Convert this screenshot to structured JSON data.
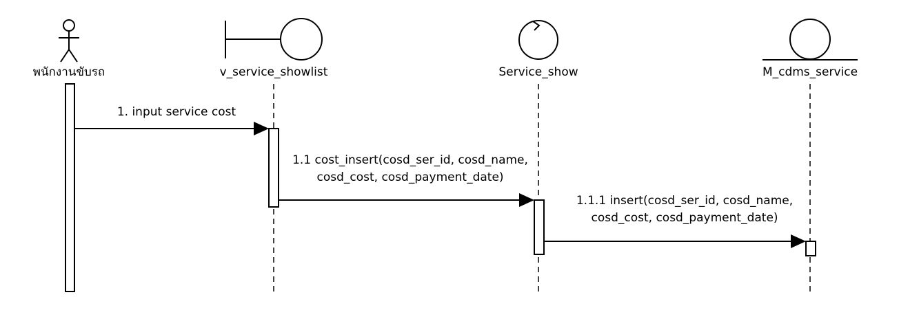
{
  "participants": [
    {
      "id": "driver",
      "kind": "actor",
      "label": "พนักงานขับรถ"
    },
    {
      "id": "v_service_showlist",
      "kind": "boundary",
      "label": "v_service_showlist"
    },
    {
      "id": "service_show",
      "kind": "control",
      "label": "Service_show"
    },
    {
      "id": "m_cdms_service",
      "kind": "entity",
      "label": "M_cdms_service"
    }
  ],
  "messages": [
    {
      "id": "m1",
      "from": "driver",
      "to": "v_service_showlist",
      "label_lines": [
        "1. input service cost"
      ]
    },
    {
      "id": "m11",
      "from": "v_service_showlist",
      "to": "service_show",
      "label_lines": [
        "1.1 cost_insert(cosd_ser_id, cosd_name,",
        "cosd_cost, cosd_payment_date)"
      ]
    },
    {
      "id": "m111",
      "from": "service_show",
      "to": "m_cdms_service",
      "label_lines": [
        "1.1.1 insert(cosd_ser_id, cosd_name,",
        "cosd_cost, cosd_payment_date)"
      ]
    }
  ]
}
